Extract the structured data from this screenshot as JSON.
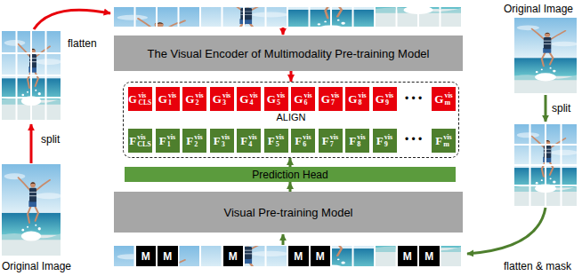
{
  "diagram": {
    "nodes": [
      {
        "text": [
          "The Visual Encoder of Multimodality Pre-training Model"
        ]
      },
      {
        "text": [
          "ALIGN"
        ]
      },
      {
        "text": [
          "G",
          "vis",
          "CLS"
        ],
        "in": 1
      },
      {
        "text": [
          "G",
          "vis",
          "1"
        ],
        "in": 1
      },
      {
        "text": [
          "G",
          "vis",
          "2"
        ],
        "in": 1
      },
      {
        "text": [
          "G",
          "vis",
          "3"
        ],
        "in": 1
      },
      {
        "text": [
          "G",
          "vis",
          "4"
        ],
        "in": 1
      },
      {
        "text": [
          "G",
          "vis",
          "5"
        ],
        "in": 1
      },
      {
        "text": [
          "G",
          "vis",
          "6"
        ],
        "in": 1
      },
      {
        "text": [
          "G",
          "vis",
          "7"
        ],
        "in": 1
      },
      {
        "text": [
          "G",
          "vis",
          "8"
        ],
        "in": 1
      },
      {
        "text": [
          "G",
          "vis",
          "9"
        ],
        "in": 1
      },
      {
        "text": [
          "G",
          "vis",
          "m"
        ],
        "in": 1
      },
      {
        "text": [
          "F",
          "vis",
          "CLS"
        ],
        "in": 1
      },
      {
        "text": [
          "F",
          "vis",
          "1"
        ],
        "in": 1
      },
      {
        "text": [
          "F",
          "vis",
          "2"
        ],
        "in": 1
      },
      {
        "text": [
          "F",
          "vis",
          "3"
        ],
        "in": 1
      },
      {
        "text": [
          "F",
          "vis",
          "4"
        ],
        "in": 1
      },
      {
        "text": [
          "F",
          "vis",
          "5"
        ],
        "in": 1
      },
      {
        "text": [
          "F",
          "vis",
          "6"
        ],
        "in": 1
      },
      {
        "text": [
          "F",
          "vis",
          "7"
        ],
        "in": 1
      },
      {
        "text": [
          "F",
          "vis",
          "8"
        ],
        "in": 1
      },
      {
        "text": [
          "F",
          "vis",
          "9"
        ],
        "in": 1
      },
      {
        "text": [
          "F",
          "vis",
          "m"
        ],
        "in": 1
      },
      {
        "text": [
          "Prediction Head"
        ]
      },
      {
        "text": [
          "Visual Pre-training Model"
        ]
      },
      {
        "text": [
          "M"
        ]
      },
      {
        "text": [
          "M"
        ]
      },
      {
        "text": [
          "M"
        ]
      },
      {
        "text": [
          "M"
        ]
      },
      {
        "text": [
          "M"
        ]
      },
      {
        "text": [
          "M"
        ]
      },
      {
        "text": [
          "M"
        ]
      }
    ],
    "edges": [
      {
        "from": 0,
        "to": 1,
        "arrow": "to"
      },
      {
        "from": 24,
        "to": 1,
        "arrow": "to"
      },
      {
        "from": 25,
        "to": 24,
        "arrow": "to"
      }
    ],
    "labels": [
      "flatten",
      "split",
      "Original Image",
      "Original Image",
      "split",
      "flatten & mask",
      "• • •",
      "• • •"
    ]
  }
}
